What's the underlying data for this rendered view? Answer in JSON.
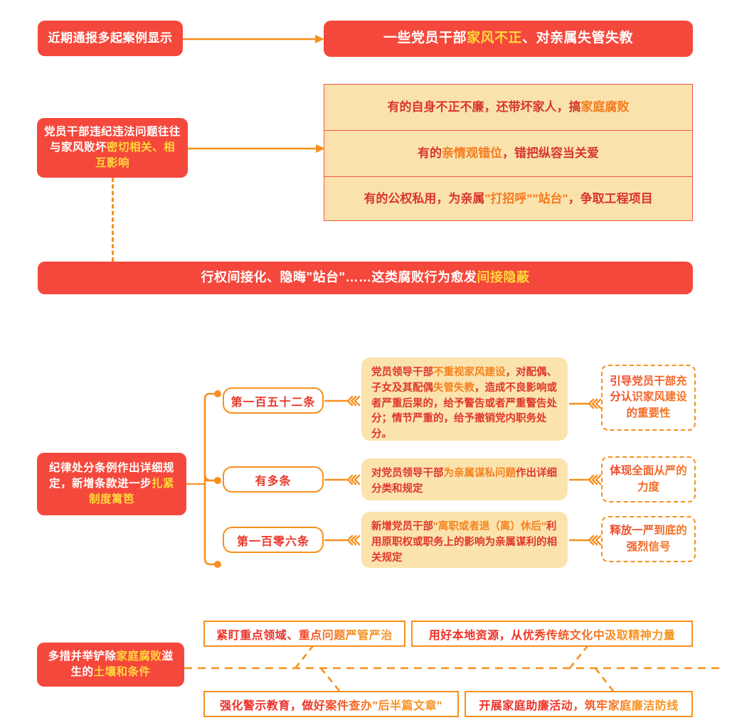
{
  "theme": {
    "red": "#F5483C",
    "orange": "#F7901E",
    "deep_red_text": "#E0372A",
    "cream_fill": "#FAE2AC",
    "highlight_yellow": "#FFD83B",
    "white": "#FFFFFF"
  },
  "section1": {
    "source_label": "近期通报多起案例显示",
    "headline": {
      "plain_1": "一些党员干部",
      "highlight": "家风不正",
      "plain_2": "、对亲属失管失教"
    }
  },
  "section2": {
    "left_label": {
      "plain_1": "党员干部违纪违法问题往往与家风败坏",
      "highlight": "密切相关、相互影响"
    },
    "rows": [
      {
        "plain_1": "有的自身不正不廉，还带坏家人，搞",
        "highlight": "家庭腐败",
        "plain_2": ""
      },
      {
        "plain_1": "有的",
        "highlight": "亲情观错位",
        "plain_2": "，错把纵容当关爱"
      },
      {
        "plain_1": "有的公权私用，为亲属",
        "highlight": "\"打招呼\"\"站台\"",
        "plain_2": "，争取工程项目"
      }
    ],
    "banner": {
      "plain_1": "行权间接化、隐晦\"站台\"……这类腐败行为愈发",
      "highlight": "间接隐蔽"
    }
  },
  "section3": {
    "left_label": {
      "plain_1": "纪律处分条例作出详细规定，新增条款进一步",
      "highlight": "扎紧制度篱笆"
    },
    "branches": [
      {
        "pill": "第一百五十二条",
        "detail": {
          "parts": [
            {
              "text": "党员领导干部",
              "hl": false
            },
            {
              "text": "不重视家风建设",
              "hl": true
            },
            {
              "text": "，对配偶、子女及其配偶",
              "hl": false
            },
            {
              "text": "失管失教",
              "hl": true
            },
            {
              "text": "，造成不良影响或者严重后果的，给予警告或者严重警告处分；情节严重的，给予撤销党内职务处分。",
              "hl": false
            }
          ]
        },
        "outcome": "引导党员干部充分认识家风建设的重要性"
      },
      {
        "pill": "有多条",
        "detail": {
          "parts": [
            {
              "text": "对党员领导干部",
              "hl": false
            },
            {
              "text": "为亲属谋私问题",
              "hl": true
            },
            {
              "text": "作出详细分类和规定",
              "hl": false
            }
          ]
        },
        "outcome": "体现全面从严的力度"
      },
      {
        "pill": "第一百零六条",
        "detail": {
          "parts": [
            {
              "text": "新增党员干部",
              "hl": false
            },
            {
              "text": "\"离职或者退（离）休后\"",
              "hl": true
            },
            {
              "text": "利用原职权或职务上的影响为亲属谋利的相关规定",
              "hl": false
            }
          ]
        },
        "outcome": "释放一严到底的强烈信号"
      }
    ]
  },
  "section4": {
    "left_label": {
      "plain_1": "多措并举铲除",
      "highlight_1": "家庭腐败",
      "plain_2": "滋生的",
      "highlight_2": "土壤和条件"
    },
    "measures": [
      "紧盯重点领域、重点问题严管严治",
      "用好本地资源，从优秀传统文化中汲取精神力量",
      "强化警示教育，做好案件查办\"后半篇文章\"",
      "开展家庭助廉活动，筑牢家庭廉洁防线"
    ]
  },
  "icons": {
    "arrow_right": "arrow-right-icon",
    "chevron_triple": "triple-chevron-icon",
    "bullet_dot": "bullet-dot-icon"
  }
}
